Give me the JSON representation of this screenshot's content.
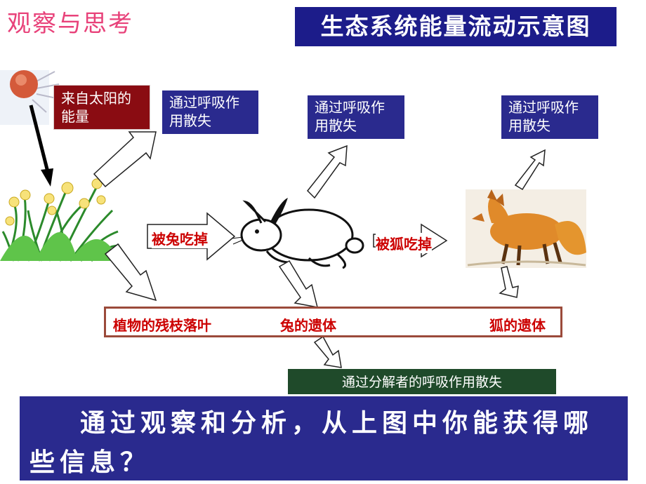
{
  "heading": "观察与思考",
  "title": "生态系统能量流动示意图",
  "sun_label": {
    "line1": "来自太阳的",
    "line2": "能量"
  },
  "respiration_boxes": [
    {
      "line1": "通过呼吸作",
      "line2": "用散失"
    },
    {
      "line1": "通过呼吸作",
      "line2": "用散失"
    },
    {
      "line1": "通过呼吸作",
      "line2": "用散失"
    }
  ],
  "eaten_by_rabbit": "被兔吃掉",
  "eaten_by_fox": "被狐吃掉",
  "remains": {
    "plant": "植物的残枝落叶",
    "rabbit": "兔的遗体",
    "fox": "狐的遗体"
  },
  "decomposer_label": "通过分解者的呼吸作用散失",
  "question": "通过观察和分析，从上图中你能获得哪些信息？",
  "colors": {
    "heading": "#e8427a",
    "title_bg": "#1c1c8a",
    "box_bg": "#2a2a8e",
    "sun_label_bg": "#8a0c12",
    "red_text": "#cc0000",
    "remains_border": "#9b4a3a",
    "decomposer_bg": "#1f4a2a"
  }
}
